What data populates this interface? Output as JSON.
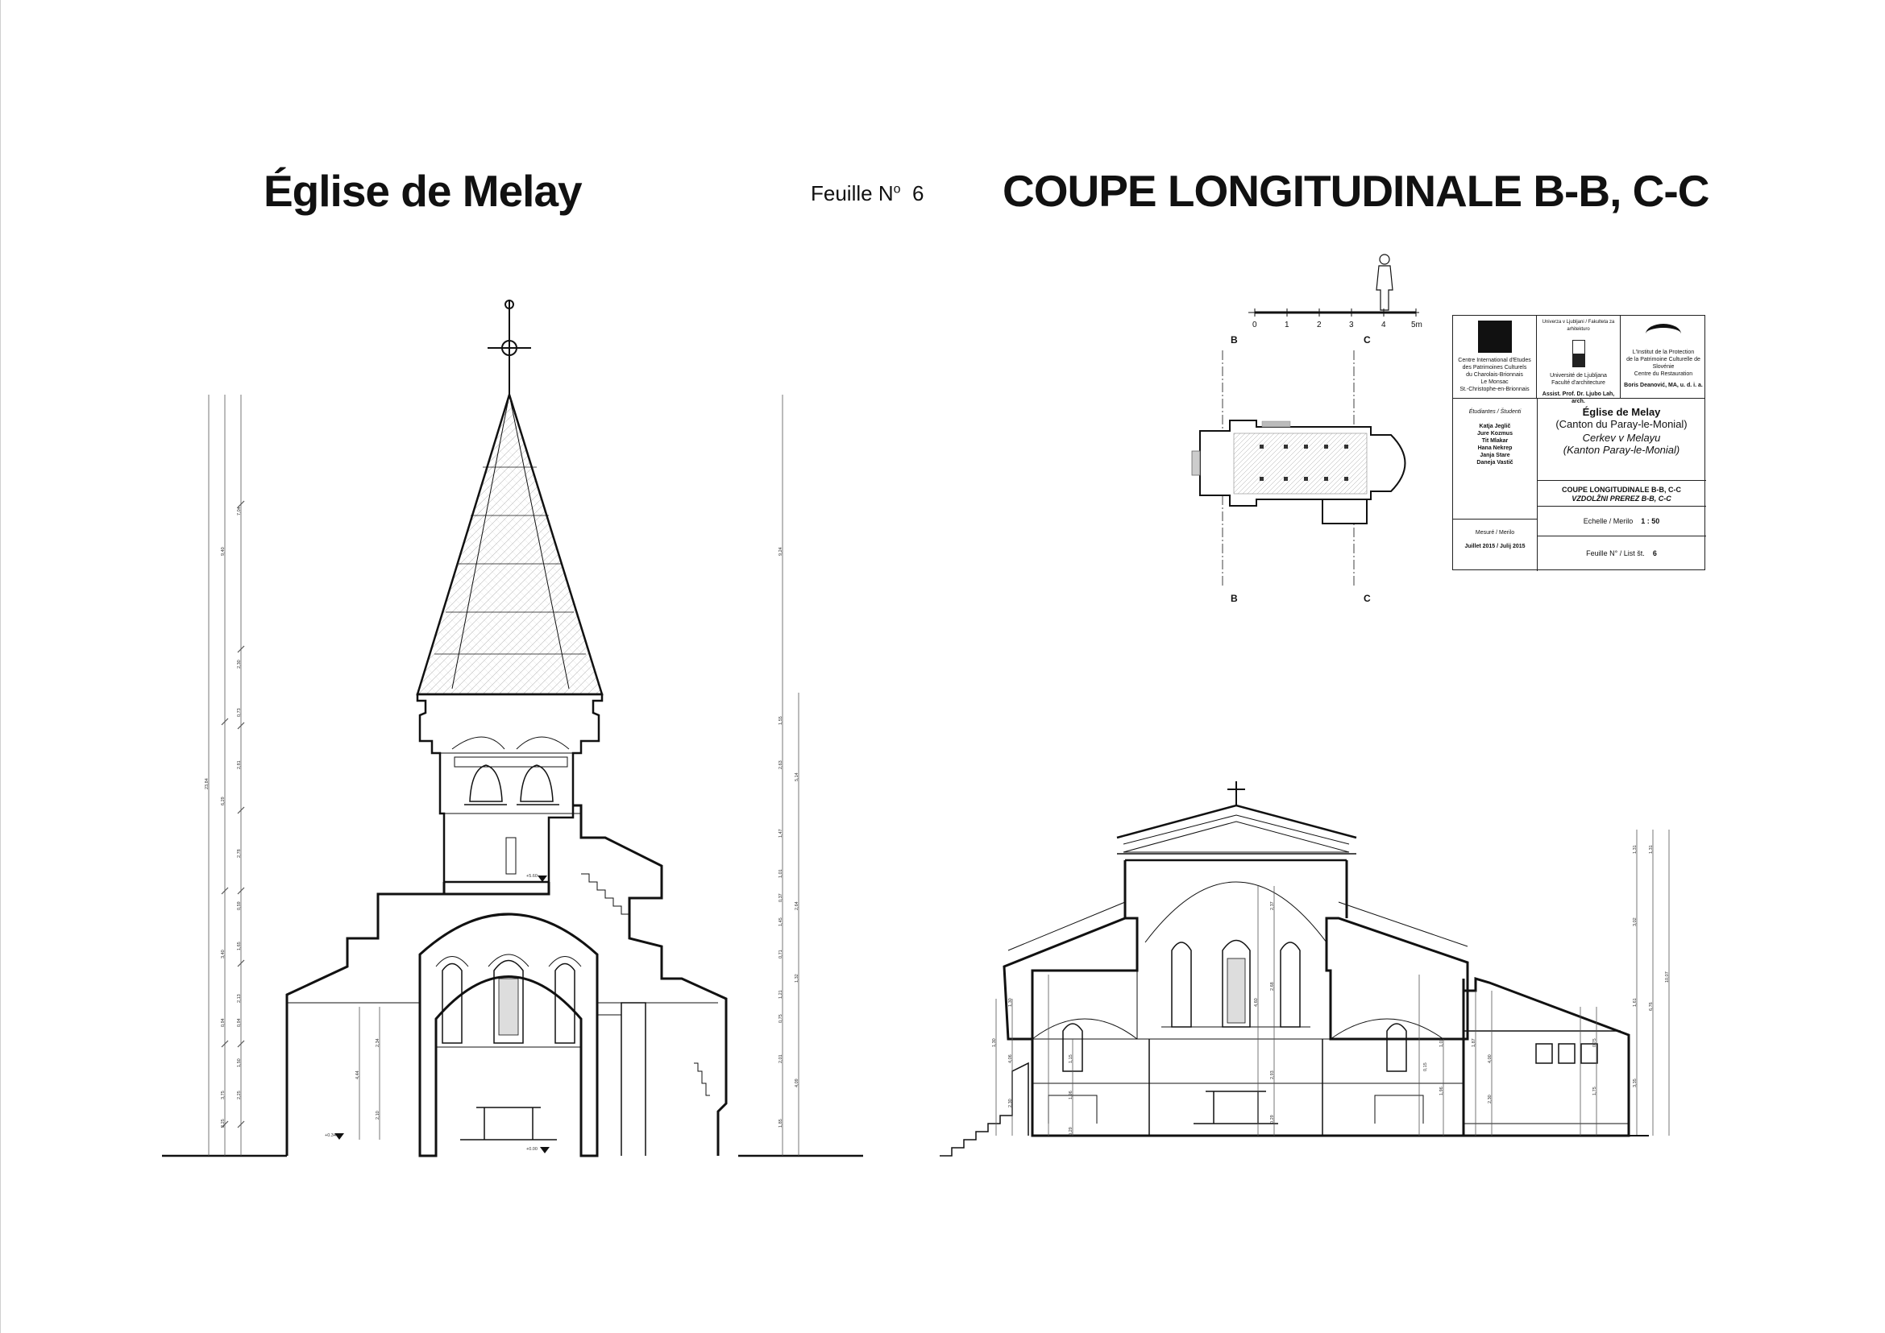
{
  "header": {
    "title_left": "Église de Melay",
    "feuille_prefix": "Feuille N",
    "feuille_sup": "o",
    "feuille_number": "6",
    "title_right": "COUPE LONGITUDINALE B-B, C-C"
  },
  "scale_bar": {
    "ticks": [
      "0",
      "1",
      "2",
      "3",
      "4",
      "5m"
    ]
  },
  "section_marks": {
    "b": "B",
    "c": "C"
  },
  "elevations": {
    "left_level_1": "+5.60",
    "left_level_2": "+0.34",
    "left_level_3": "+0.00"
  },
  "cartouche": {
    "logo1": {
      "lines": [
        "Centre International d'Etudes",
        "des Patrimoines Culturels",
        "du Charolais-Brionnais",
        "Le Monsac",
        "St.-Christophe-en-Brionnais"
      ]
    },
    "logo2": {
      "top": "Univerza v Ljubljani / Fakulteta za arhitekturo",
      "lines": [
        "Université de Ljubljana",
        "Faculté d'architecture"
      ],
      "author": "Assist. Prof. Dr. Ljubo Lah, arch."
    },
    "logo3": {
      "lines": [
        "L'Institut de la Protection",
        "de la Patrimoine Culturelle de Slovénie",
        "Centre du Restauration"
      ],
      "author": "Boris Deanović, MA, u. d. i. a."
    },
    "students_label": "Étudiantes / Študenti",
    "students": [
      "Katja Jeglič",
      "Jure Kozmus",
      "Tit Mlakar",
      "Hana Nekrep",
      "Janja Stare",
      "Daneja Vastič"
    ],
    "measured_label": "Mesuré / Merilo",
    "measured_date": "Juillet 2015 / Julij 2015",
    "church_fr": "Église de Melay",
    "canton_fr": "(Canton du Paray-le-Monial)",
    "church_sl": "Cerkev v Melayu",
    "canton_sl": "(Kanton Paray-le-Monial)",
    "coupe_fr": "COUPE LONGITUDINALE B-B, C-C",
    "coupe_sl": "VZDOLŽNI PREREZ B-B, C-C",
    "echelle_label": "Echelle / Merilo",
    "echelle_value": "1 : 50",
    "feuille_label": "Feuille N° / List št.",
    "feuille_value": "6"
  }
}
